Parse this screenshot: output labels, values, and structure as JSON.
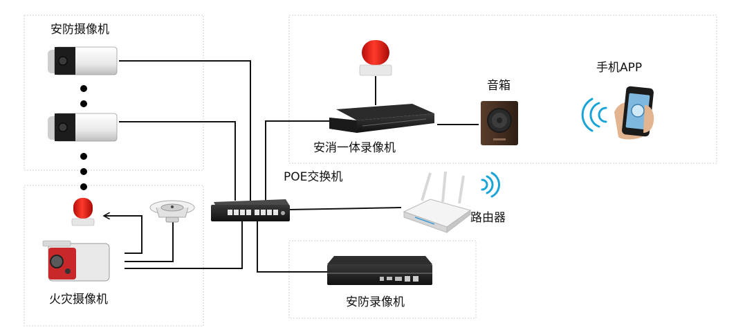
{
  "labels": {
    "security_cameras": "安防摄像机",
    "fire_camera": "火灾摄像机",
    "poe_switch": "POE交换机",
    "integrated_nvr": "安消一体录像机",
    "speaker": "音箱",
    "mobile_app": "手机APP",
    "router": "路由器",
    "security_nvr": "安防录像机"
  },
  "colors": {
    "line": "#111111",
    "group_border": "#d0d0d0",
    "alarm_red": "#e8201c",
    "fire_camera_red": "#c8282a"
  },
  "icons": [
    "bullet-camera-icon",
    "strobe-alarm-icon",
    "smoke-detector-icon",
    "fire-camera-icon",
    "poe-switch-icon",
    "nvr-icon",
    "speaker-icon",
    "smartphone-icon",
    "router-icon",
    "wifi-waves-icon"
  ]
}
